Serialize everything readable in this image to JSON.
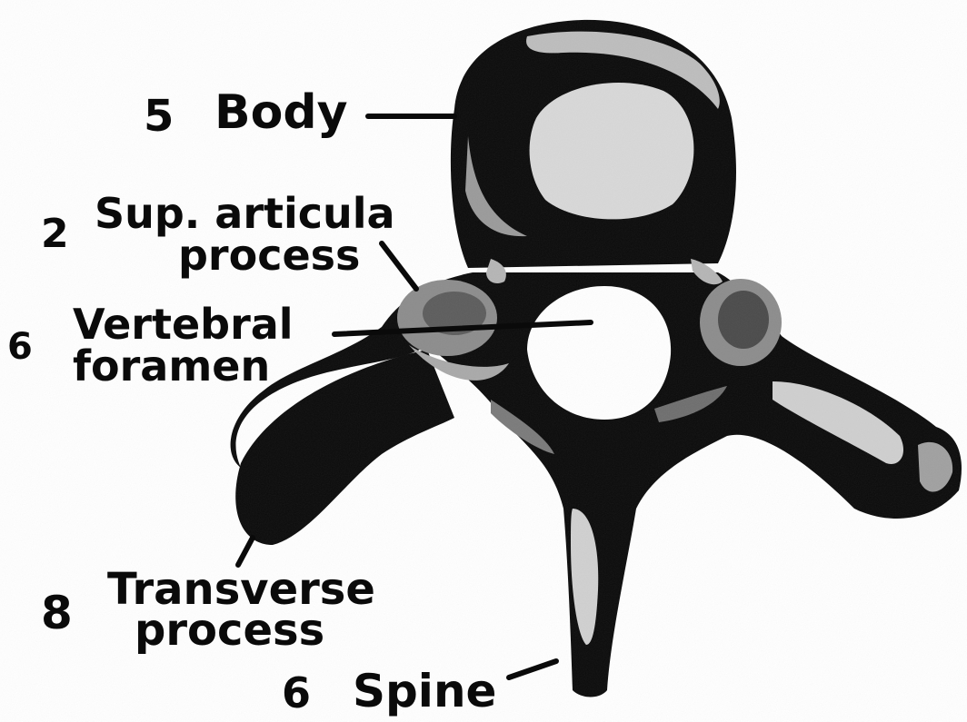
{
  "labels": {
    "body": {
      "number": "5",
      "text": "Body"
    },
    "sup_articular": {
      "number": "2",
      "line1": "Sup. articula",
      "line2": "process"
    },
    "vertebral_foramen": {
      "number": "6",
      "line1": "Vertebral",
      "line2": "foramen"
    },
    "transverse": {
      "number": "8",
      "line1": "Transverse",
      "line2": "process"
    },
    "spine": {
      "number": "6",
      "text": "Spine"
    }
  },
  "colors": {
    "ink": "#0a0a0a",
    "paper": "#ffffff",
    "highlight": "#d8d8d8"
  }
}
